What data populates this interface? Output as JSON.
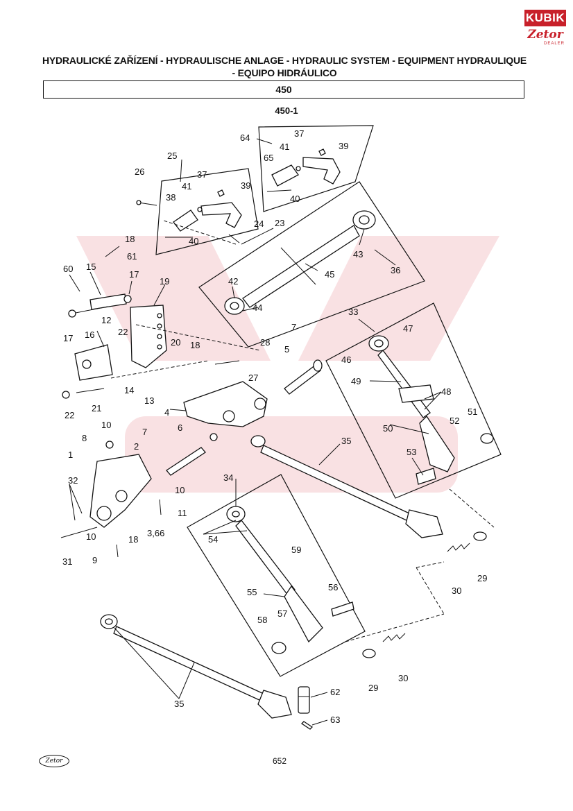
{
  "header": {
    "title": "HYDRAULICKÉ ZAŘÍZENÍ - HYDRAULISCHE ANLAGE - HYDRAULIC SYSTEM - EQUIPMENT HYDRAULIQUE - EQUIPO HIDRÁULICO",
    "section": "450",
    "subsection": "450-1"
  },
  "logo": {
    "brand": "KUBIK",
    "sub": "Zetor",
    "tag": "DEALER",
    "color": "#c8202a"
  },
  "footer": {
    "page_number": "652",
    "logo_text": "Zetor"
  },
  "callouts": {
    "c64": "64",
    "c37a": "37",
    "c41a": "41",
    "c39a": "39",
    "c65": "65",
    "c40a": "40",
    "c25": "25",
    "c26": "26",
    "c37b": "37",
    "c41b": "41",
    "c39b": "39",
    "c38": "38",
    "c40b": "40",
    "c24": "24",
    "c23": "23",
    "c43": "43",
    "c45": "45",
    "c36": "36",
    "c42": "42",
    "c44": "44",
    "c18a": "18",
    "c61": "61",
    "c60": "60",
    "c15": "15",
    "c17a": "17",
    "c19": "19",
    "c17b": "17",
    "c16": "16",
    "c12": "12",
    "c22a": "22",
    "c20": "20",
    "c18b": "18",
    "c28": "28",
    "c7a": "7",
    "c5": "5",
    "c27": "27",
    "c33": "33",
    "c47": "47",
    "c46": "46",
    "c49": "49",
    "c48": "48",
    "c14": "14",
    "c13": "13",
    "c21": "21",
    "c22b": "22",
    "c4": "4",
    "c50": "50",
    "c52": "52",
    "c51": "51",
    "c10a": "10",
    "c7b": "7",
    "c6": "6",
    "c8": "8",
    "c2": "2",
    "c35a": "35",
    "c53": "53",
    "c1": "1",
    "c32": "32",
    "c10b": "10",
    "c11": "11",
    "c34": "34",
    "c366": "3,66",
    "c10c": "10",
    "c18c": "18",
    "c31": "31",
    "c9": "9",
    "c54": "54",
    "c59": "59",
    "c29a": "29",
    "c30a": "30",
    "c55": "55",
    "c56": "56",
    "c58": "58",
    "c57": "57",
    "c29b": "29",
    "c30b": "30",
    "c35b": "35",
    "c62": "62",
    "c63": "63"
  }
}
